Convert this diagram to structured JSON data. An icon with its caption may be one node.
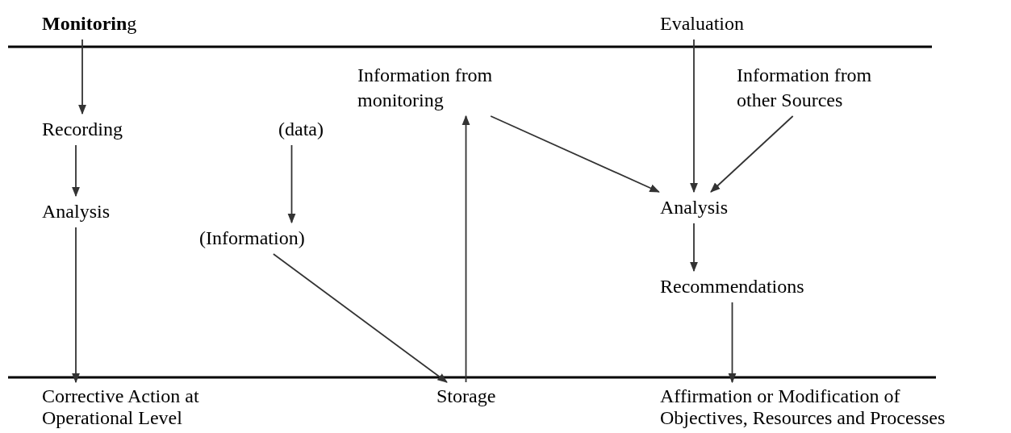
{
  "diagram": {
    "nodes": [
      {
        "text": [
          "**Monitorin**g"
        ]
      },
      {
        "text": [
          "Evaluation"
        ]
      },
      {
        "text": [
          "Recording"
        ]
      },
      {
        "text": [
          "(data)"
        ]
      },
      {
        "text": [
          "Information from monitoring"
        ]
      },
      {
        "text": [
          "Information from other Sources"
        ]
      },
      {
        "text": [
          "Analysis"
        ]
      },
      {
        "text": [
          "(Information)"
        ]
      },
      {
        "text": [
          "Analysis"
        ]
      },
      {
        "text": [
          "Recommendations"
        ]
      },
      {
        "text": [
          "Corrective Action at Operational Level"
        ]
      },
      {
        "text": [
          "Storage"
        ]
      },
      {
        "text": [
          "Affirmation or Modification of Objectives, Resources and Processes"
        ]
      }
    ],
    "edges": [
      {
        "from": 0,
        "to": 2,
        "arrow": "to"
      },
      {
        "from": 2,
        "to": 6,
        "arrow": "to"
      },
      {
        "from": 6,
        "to": 10,
        "arrow": "to"
      },
      {
        "from": 3,
        "to": 7,
        "arrow": "to"
      },
      {
        "from": 7,
        "to": 11,
        "arrow": "to"
      },
      {
        "from": 11,
        "to": 4,
        "arrow": "to"
      },
      {
        "from": 4,
        "to": 8,
        "arrow": "to"
      },
      {
        "from": 1,
        "to": 8,
        "arrow": "to"
      },
      {
        "from": 5,
        "to": 8,
        "arrow": "to"
      },
      {
        "from": 8,
        "to": 9,
        "arrow": "to"
      },
      {
        "from": 9,
        "to": 12,
        "arrow": "to"
      }
    ]
  }
}
